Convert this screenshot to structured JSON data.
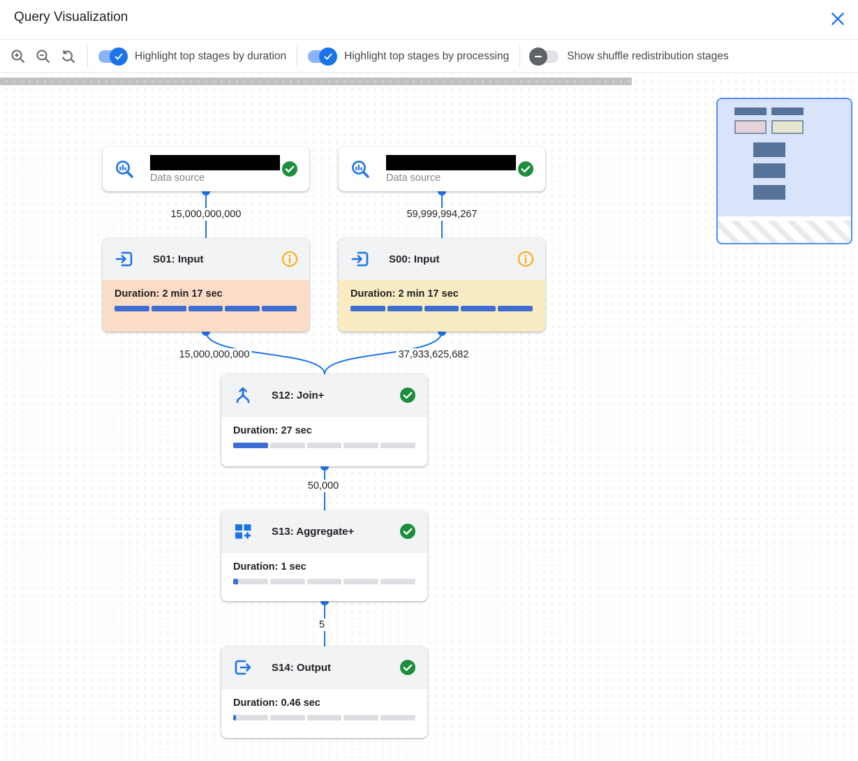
{
  "header": {
    "title": "Query Visualization",
    "close_icon": "close"
  },
  "toolbar": {
    "icons": [
      {
        "name": "zoom-in-icon"
      },
      {
        "name": "zoom-out-icon"
      },
      {
        "name": "zoom-reset-icon"
      }
    ],
    "toggles": [
      {
        "label": "Highlight top stages by duration",
        "state": "on"
      },
      {
        "label": "Highlight top stages by processing",
        "state": "on"
      },
      {
        "label": "Show shuffle redistribution stages",
        "state": "off"
      }
    ]
  },
  "colors": {
    "accent_blue": "#1a73e8",
    "bar_blue": "#3e6dd3",
    "highlight_duration": "#fbdcc6",
    "highlight_processing": "#faecc2",
    "status_green": "#1e8e3e",
    "status_orange": "#f9ab00",
    "segment_gray": "#dcdee1"
  },
  "graph": {
    "nodes": [
      {
        "id": "datasource-1",
        "type": "data_source",
        "icon": "bigquery-table-icon",
        "label": "Data source",
        "name_redacted": true,
        "status": "success",
        "rows_out": "15,000,000,000"
      },
      {
        "id": "datasource-2",
        "type": "data_source",
        "icon": "bigquery-table-icon",
        "label": "Data source",
        "name_redacted": true,
        "status": "success",
        "rows_out": "59,999,994,267"
      },
      {
        "id": "s01",
        "type": "stage",
        "icon": "input-icon",
        "title": "S01: Input",
        "status": "info",
        "duration": "Duration: 2 min 17 sec",
        "highlight": "duration",
        "progress_segments": [
          1,
          1,
          1,
          1,
          1
        ],
        "rows_out": "15,000,000,000"
      },
      {
        "id": "s00",
        "type": "stage",
        "icon": "input-icon",
        "title": "S00: Input",
        "status": "info",
        "duration": "Duration: 2 min 17 sec",
        "highlight": "processing",
        "progress_segments": [
          1,
          1,
          1,
          1,
          1
        ],
        "rows_out": "37,933,625,682"
      },
      {
        "id": "s12",
        "type": "stage",
        "icon": "join-icon",
        "title": "S12: Join+",
        "status": "success",
        "duration": "Duration: 27 sec",
        "highlight": "none",
        "progress_segments": [
          1,
          0,
          0,
          0,
          0
        ],
        "rows_out": "50,000"
      },
      {
        "id": "s13",
        "type": "stage",
        "icon": "aggregate-icon",
        "title": "S13: Aggregate+",
        "status": "success",
        "duration": "Duration: 1 sec",
        "highlight": "none",
        "progress_segments": [
          0.14,
          0,
          0,
          0,
          0
        ],
        "rows_out": "5"
      },
      {
        "id": "s14",
        "type": "stage",
        "icon": "output-icon",
        "title": "S14: Output",
        "status": "success",
        "duration": "Duration: 0.46 sec",
        "highlight": "none",
        "progress_segments": [
          0.08,
          0,
          0,
          0,
          0
        ],
        "rows_out": null
      }
    ],
    "edges": [
      {
        "from": "datasource-1",
        "to": "s01",
        "label": "15,000,000,000"
      },
      {
        "from": "datasource-2",
        "to": "s00",
        "label": "59,999,994,267"
      },
      {
        "from": "s01",
        "to": "s12",
        "label": "15,000,000,000"
      },
      {
        "from": "s00",
        "to": "s12",
        "label": "37,933,625,682"
      },
      {
        "from": "s12",
        "to": "s13",
        "label": "50,000"
      },
      {
        "from": "s13",
        "to": "s14",
        "label": "5"
      }
    ]
  },
  "minimap": {
    "viewport_color": "#d9e4fb",
    "node_color": "#56749a",
    "highlight_duration_color": "#e8d2d9",
    "highlight_processing_color": "#e6e5d0"
  }
}
